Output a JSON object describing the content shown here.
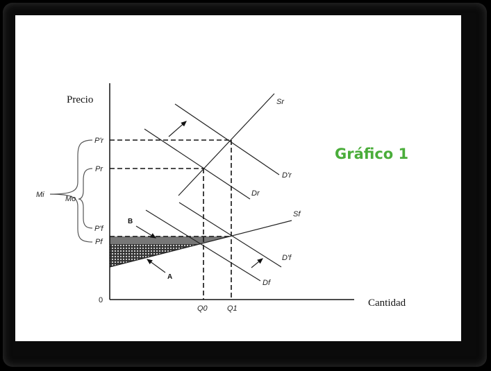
{
  "title": "Gráfico 1",
  "axes": {
    "y_label": "Precio",
    "x_label": "Cantidad",
    "origin": "0"
  },
  "x_ticks": {
    "q0": "Q0",
    "q1": "Q1"
  },
  "price_labels": {
    "pr_prime": "P'r",
    "pr": "Pr",
    "pf_prime": "P'f",
    "pf": "Pf"
  },
  "curves": {
    "sr": "Sr",
    "sf": "Sf",
    "dr": "Dr",
    "dr_prime": "D'r",
    "df": "Df",
    "df_prime": "D'f"
  },
  "braces": {
    "mi": "Mi",
    "mo": "Mo"
  },
  "areas": {
    "a": "A",
    "b": "B"
  },
  "colors": {
    "title": "#4aad3a"
  }
}
